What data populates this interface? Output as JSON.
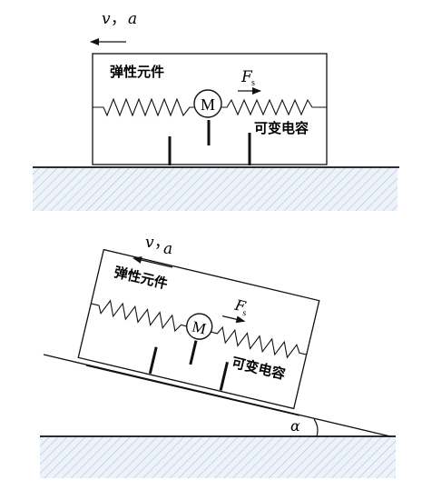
{
  "colors": {
    "ink": "#111111",
    "hatch": "#a9c3dd",
    "ground_fill": "#e9f0f8"
  },
  "top": {
    "velocity_label": "v",
    "separator": "，",
    "accel_label": "a",
    "elastic_label": "弹性元件",
    "force_label": "F",
    "force_sub": "s",
    "mass_label": "M",
    "capacitor_label": "可变电容"
  },
  "bottom": {
    "velocity_label": "v",
    "separator": "，",
    "accel_label": "a",
    "elastic_label": "弹性元件",
    "force_label": "F",
    "force_sub": "s",
    "mass_label": "M",
    "capacitor_label": "可变电容",
    "angle_label": "α"
  }
}
